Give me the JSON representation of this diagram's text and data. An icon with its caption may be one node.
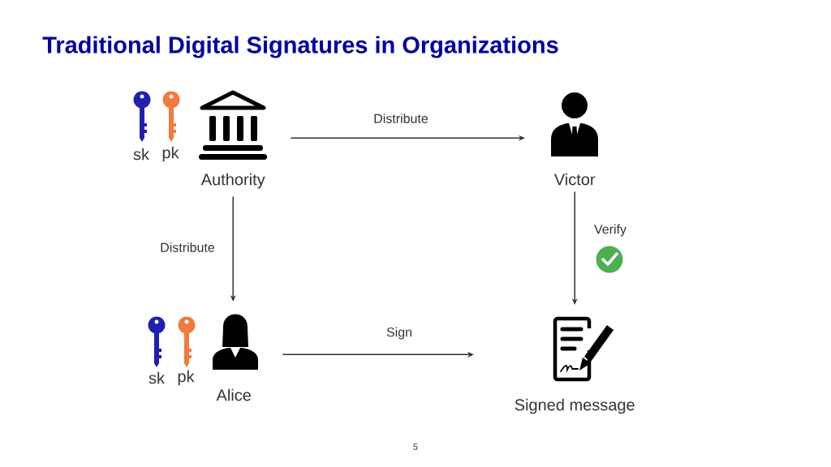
{
  "diagram": {
    "title": "Traditional Digital Signatures in Organizations",
    "nodes": [
      {
        "text": [
          "Authority"
        ]
      },
      {
        "text": [
          "Victor"
        ]
      },
      {
        "text": [
          "Alice"
        ]
      },
      {
        "text": [
          "Signed message"
        ]
      }
    ],
    "edges": [
      {
        "from": 0,
        "to": 1,
        "arrow": "to",
        "label": "Distribute"
      },
      {
        "from": 0,
        "to": 2,
        "arrow": "to",
        "label": "Distribute"
      },
      {
        "from": 2,
        "to": 3,
        "arrow": "to",
        "label": "Sign"
      },
      {
        "from": 1,
        "to": 3,
        "arrow": "to",
        "label": "Verify"
      }
    ],
    "labels": [
      "sk",
      "pk",
      "sk",
      "pk",
      "5"
    ]
  }
}
